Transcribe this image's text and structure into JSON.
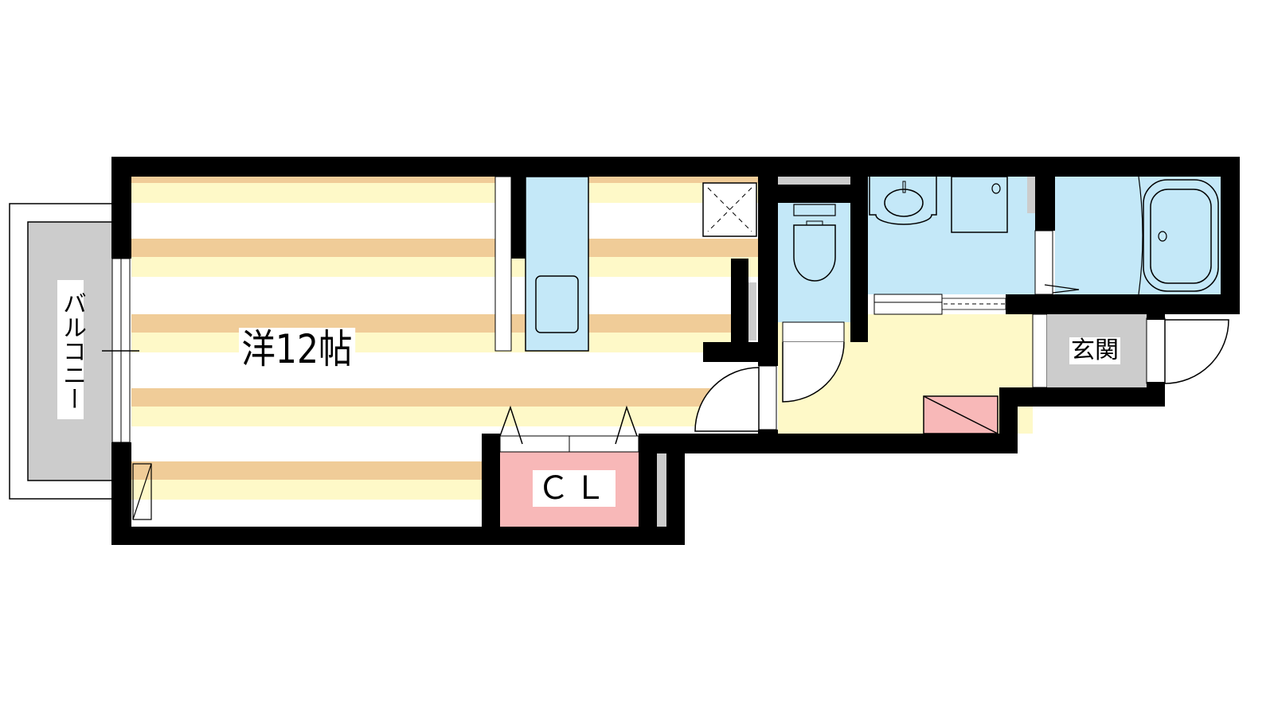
{
  "floor_plan": {
    "rooms": {
      "western_room": "洋12帖",
      "closet": "ＣＬ",
      "entrance": "玄関",
      "balcony": "バルコニー"
    },
    "colors": {
      "wall": "#000000",
      "floor_stripe_tan": "#f0cc98",
      "floor_stripe_yellow": "#fef9c8",
      "wet_area": "#c4e8f8",
      "hall": "#fef9c8",
      "closet": "#f8b8b8",
      "entrance": "#cccccc",
      "balcony": "#cccccc"
    }
  }
}
